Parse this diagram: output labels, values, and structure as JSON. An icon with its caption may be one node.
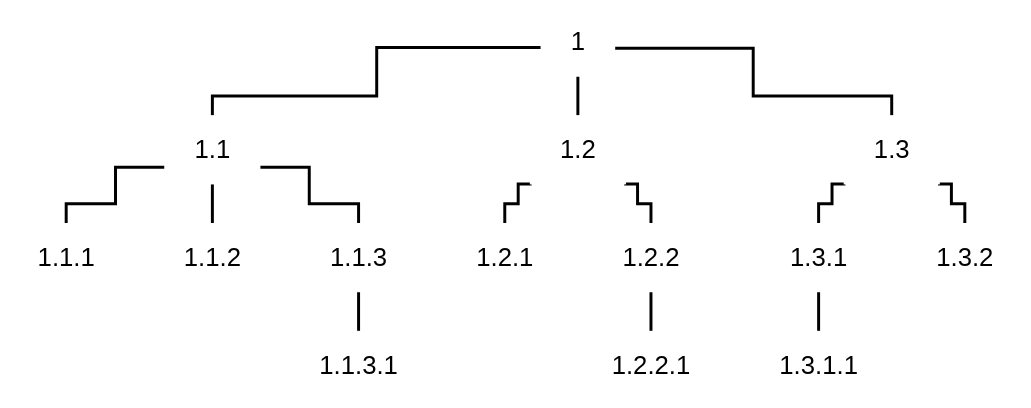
{
  "diagram": {
    "nodes": [
      {
        "text": [
          "1"
        ]
      },
      {
        "text": [
          "1.1"
        ]
      },
      {
        "text": [
          "1.2"
        ]
      },
      {
        "text": [
          "1.3"
        ]
      },
      {
        "text": [
          "1.1.1"
        ]
      },
      {
        "text": [
          "1.1.2"
        ]
      },
      {
        "text": [
          "1.1.3"
        ]
      },
      {
        "text": [
          "1.2.1"
        ]
      },
      {
        "text": [
          "1.2.2"
        ]
      },
      {
        "text": [
          "1.3.1"
        ]
      },
      {
        "text": [
          "1.3.2"
        ]
      },
      {
        "text": [
          "1.1.3.1"
        ]
      },
      {
        "text": [
          "1.2.2.1"
        ]
      },
      {
        "text": [
          "1.3.1.1"
        ]
      }
    ],
    "edges": [
      {
        "from": 0,
        "to": 1,
        "arrow": "none"
      },
      {
        "from": 0,
        "to": 2,
        "arrow": "none"
      },
      {
        "from": 0,
        "to": 3,
        "arrow": "none"
      },
      {
        "from": 1,
        "to": 4,
        "arrow": "none"
      },
      {
        "from": 1,
        "to": 5,
        "arrow": "none"
      },
      {
        "from": 1,
        "to": 6,
        "arrow": "none"
      },
      {
        "from": 2,
        "to": 7,
        "arrow": "none"
      },
      {
        "from": 2,
        "to": 8,
        "arrow": "none"
      },
      {
        "from": 3,
        "to": 9,
        "arrow": "none"
      },
      {
        "from": 3,
        "to": 10,
        "arrow": "none"
      },
      {
        "from": 6,
        "to": 11,
        "arrow": "none"
      },
      {
        "from": 8,
        "to": 12,
        "arrow": "none"
      },
      {
        "from": 9,
        "to": 13,
        "arrow": "none"
      }
    ]
  }
}
